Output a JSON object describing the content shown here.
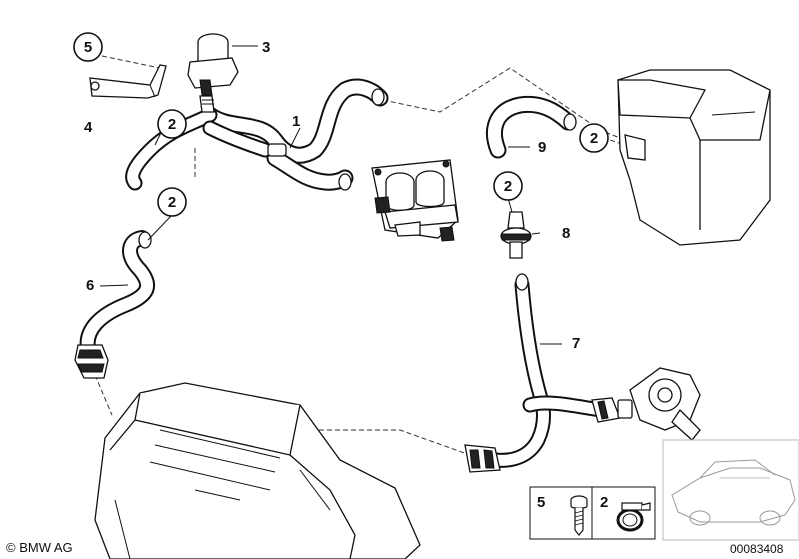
{
  "callouts": {
    "c1": "1",
    "c3": "3",
    "c4": "4",
    "c6": "6",
    "c7": "7",
    "c8": "8",
    "c9": "9"
  },
  "circled_callouts": {
    "c5": "5",
    "c2a": "2",
    "c2b": "2",
    "c2c": "2",
    "c2d": "2"
  },
  "legend": {
    "item_screw": "5",
    "item_clamp": "2"
  },
  "copyright": "© BMW AG",
  "diagram_number": "00083408"
}
